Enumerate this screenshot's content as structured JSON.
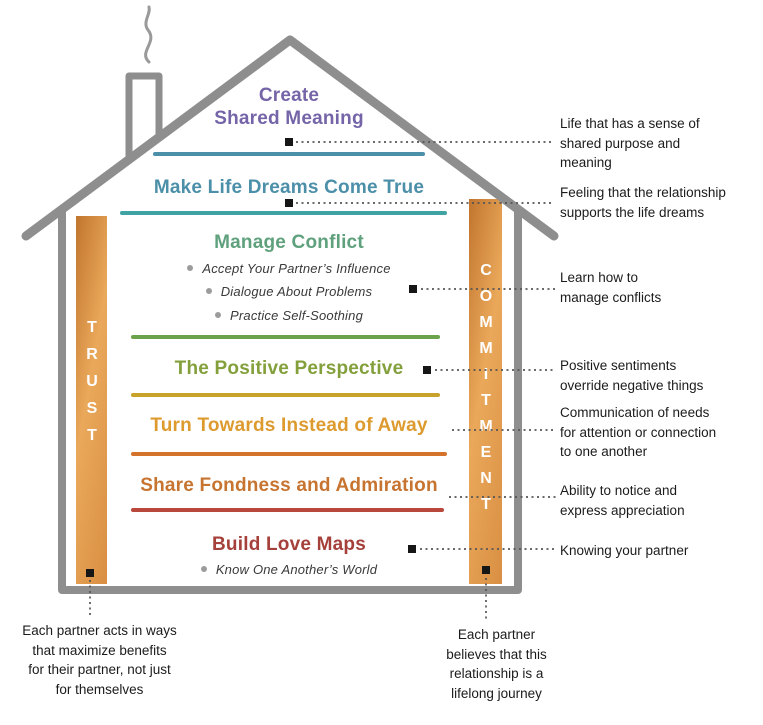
{
  "house": {
    "outline_color": "#8e8e8e",
    "pillar_color_start": "#c1752e",
    "pillar_color_end": "#eaa85a",
    "connector_color": "#555555"
  },
  "pillars": {
    "left_label": "TRUST",
    "right_label": "COMMITMENT"
  },
  "levels": [
    {
      "title": "Create\nShared Meaning",
      "color": "#7565a8",
      "line_color": "#4b8fa9"
    },
    {
      "title": "Make Life Dreams Come True",
      "color": "#4b8fa9",
      "line_color": "#3fa3a3"
    },
    {
      "title": "Manage Conflict",
      "color": "#5fa17d",
      "line_color": "#6ba34c",
      "bullets": [
        "Accept Your Partner’s Influence",
        "Dialogue About Problems",
        "Practice Self-Soothing"
      ]
    },
    {
      "title": "The Positive Perspective",
      "color": "#83a03c",
      "line_color": "#c9a22b"
    },
    {
      "title": "Turn Towards Instead of Away",
      "color": "#dd9b2f",
      "line_color": "#d4742c"
    },
    {
      "title": "Share Fondness and Admiration",
      "color": "#c77430",
      "line_color": "#b9473c"
    },
    {
      "title": "Build Love Maps",
      "color": "#a5403a",
      "bullets": [
        "Know One Another’s World"
      ]
    }
  ],
  "annotations": {
    "right": [
      "Life that has a sense of\nshared purpose and\nmeaning",
      "Feeling that the relationship\nsupports the life dreams",
      "Learn how to\nmanage conflicts",
      "Positive sentiments\noverride negative things",
      "Communication of needs\nfor attention or connection\nto one another",
      "Ability to notice and\nexpress appreciation",
      "Knowing your partner"
    ],
    "bottom_left": "Each partner acts in ways\nthat maximize benefits\nfor their partner, not just\nfor themselves",
    "bottom_right": "Each partner\nbelieves that this\nrelationship is a\nlifelong journey"
  }
}
